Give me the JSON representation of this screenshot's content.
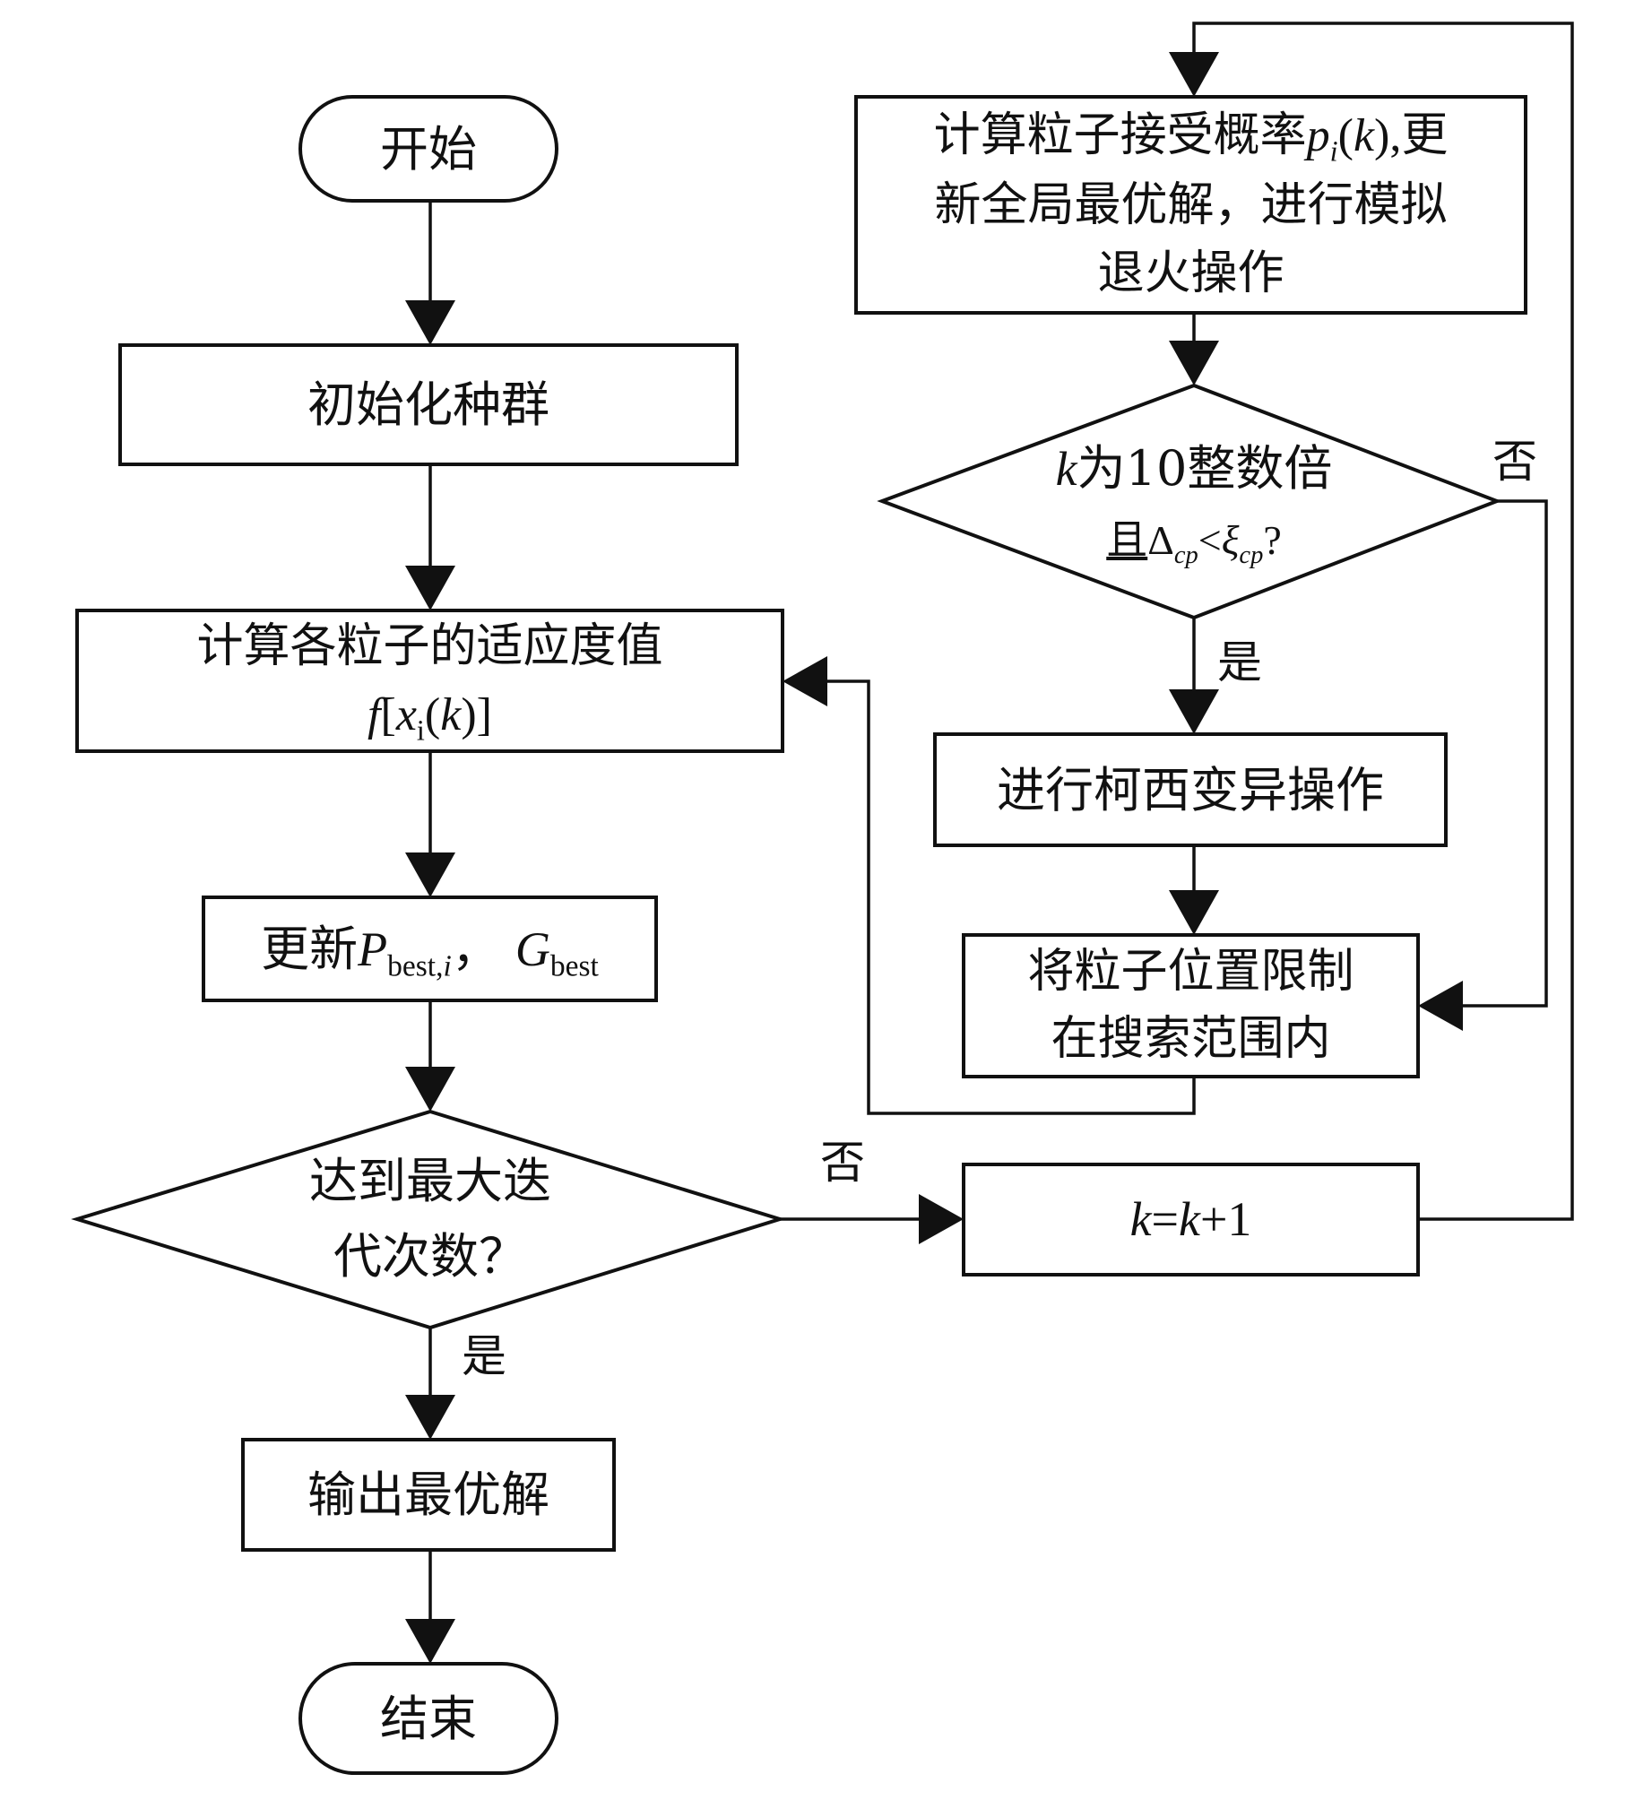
{
  "nodes": {
    "start": "开始",
    "init": "初始化种群",
    "fitness": {
      "line1": "计算各粒子的适应度值",
      "f": "f",
      "bracket_open": "[",
      "x": "x",
      "x_sub": "i",
      "paren_open": "(",
      "k": "k",
      "paren_close": ")]"
    },
    "update": {
      "prefix": "更新",
      "P": "P",
      "P_sub": "best,",
      "P_sub_i": "i",
      "sep": "，",
      "G": "G",
      "G_sub": "best"
    },
    "max_iter": {
      "line1": "达到最大迭",
      "line2": "代次数？"
    },
    "output": "输出最优解",
    "end": "结束",
    "anneal": {
      "line1a": "计算粒子接受概率",
      "p": "p",
      "p_sub": "i",
      "k_expr_open": "(",
      "k": "k",
      "k_expr_close": "),",
      "line1b": "更",
      "line2": "新全局最优解，进行模拟",
      "line3": "退火操作"
    },
    "check": {
      "k": "k",
      "line1": "为10整数倍",
      "qie": "且",
      "delta": "Δ",
      "delta_sub": "cp",
      "lt": "<",
      "xi": "ξ",
      "xi_sub": "cp",
      "q": "?"
    },
    "cauchy": "进行柯西变异操作",
    "restrict": {
      "line1": "将粒子位置限制",
      "line2": "在搜索范围内"
    },
    "increment": {
      "k1": "k",
      "eq": "=",
      "k2": "k",
      "plus": "+1"
    }
  },
  "edge_labels": {
    "max_iter_no": "否",
    "max_iter_yes": "是",
    "check_no": "否",
    "check_yes": "是"
  },
  "colors": {
    "stroke": "#111111",
    "background": "#ffffff"
  }
}
